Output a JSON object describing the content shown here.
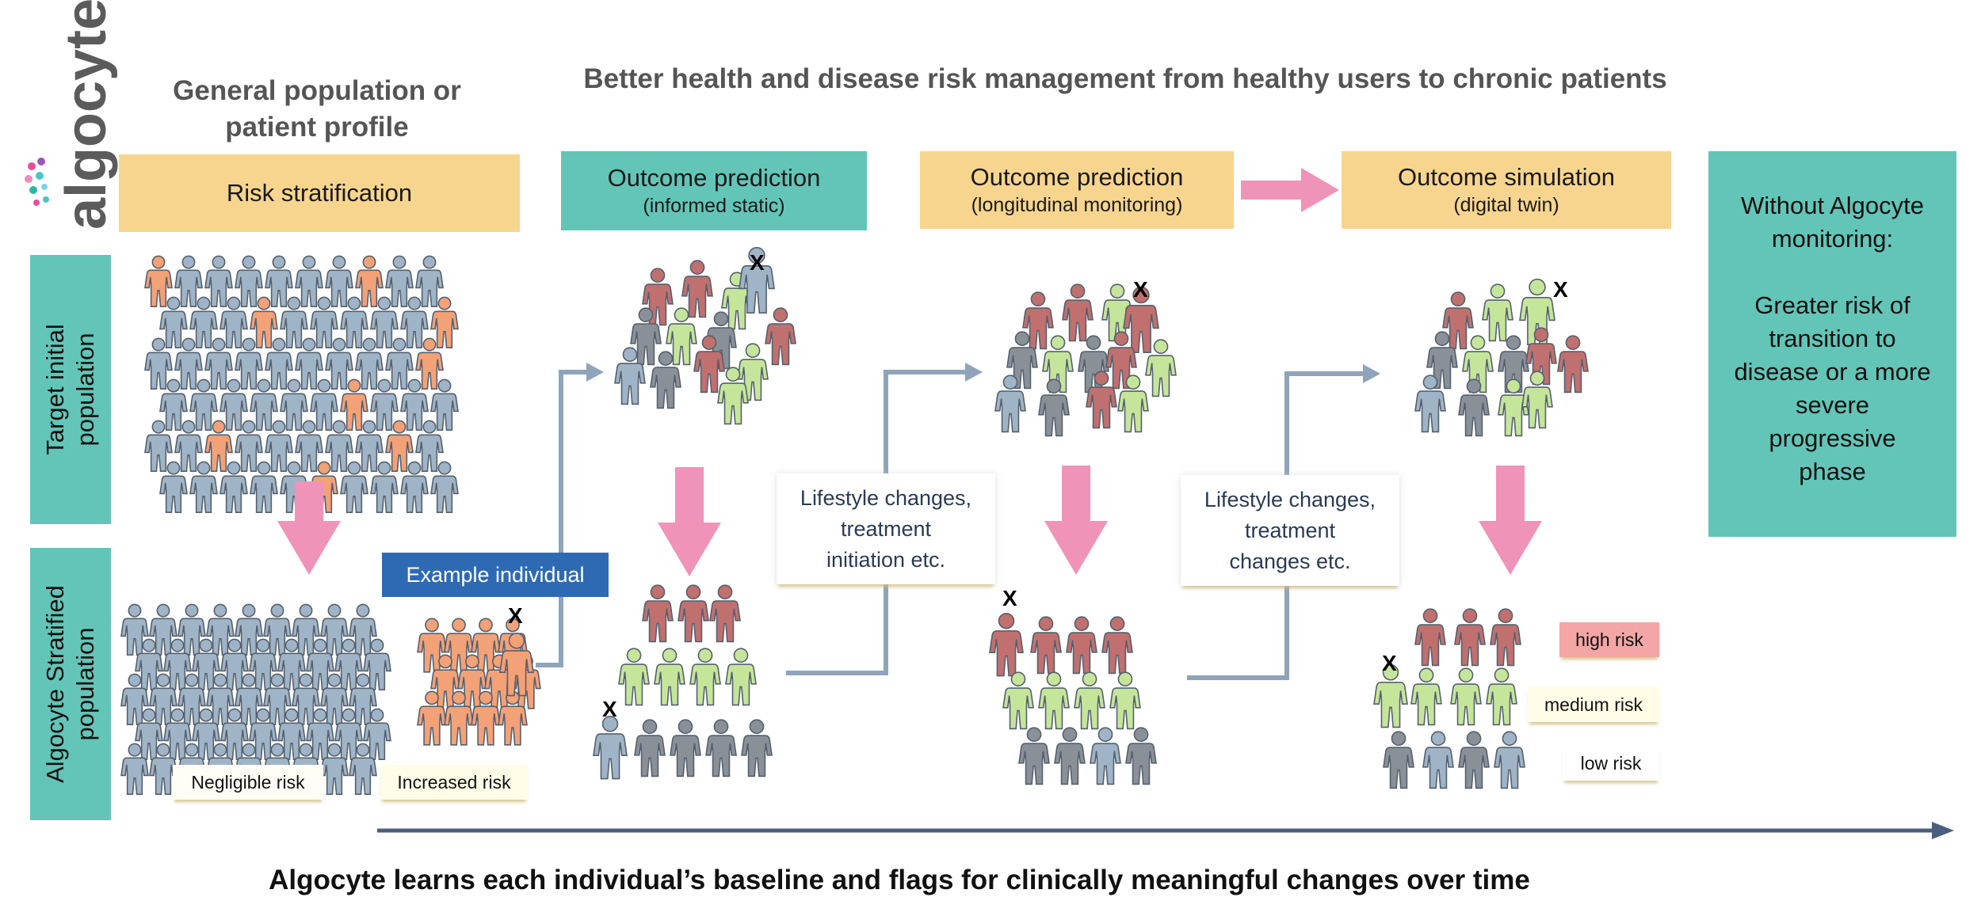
{
  "logo_text": "algocyte",
  "header": {
    "left_title_line1": "General population or",
    "left_title_line2": "patient profile",
    "main_title": "Better health and disease risk management from healthy users to chronic patients"
  },
  "stages": {
    "risk_stratification": "Risk stratification",
    "outcome_static_title": "Outcome prediction",
    "outcome_static_sub": "(informed static)",
    "outcome_long_title": "Outcome prediction",
    "outcome_long_sub": "(longitudinal monitoring)",
    "outcome_sim_title": "Outcome simulation",
    "outcome_sim_sub": "(digital twin)"
  },
  "side_labels": {
    "target_line1": "Target initial",
    "target_line2": "population",
    "stratified_line1": "Algocyte Stratified",
    "stratified_line2": "population"
  },
  "without_box": {
    "line1": "Without Algocyte",
    "line2": "monitoring:",
    "line3": "Greater risk of",
    "line4": "transition to",
    "line5": "disease or a more",
    "line6": "severe",
    "line7": "progressive",
    "line8": "phase"
  },
  "example_individual": "Example individual",
  "notes": {
    "first_line1": "Lifestyle changes,",
    "first_line2": "treatment",
    "first_line3": "initiation etc.",
    "second_line1": "Lifestyle changes,",
    "second_line2": "treatment",
    "second_line3": "changes etc."
  },
  "risk_labels": {
    "negligible": "Negligible risk",
    "increased": "Increased risk",
    "high": "high risk",
    "medium": "medium risk",
    "low": "low risk"
  },
  "marker": "X",
  "footer": "Algocyte learns each individual’s baseline and flags for clinically meaningful changes over time",
  "colors": {
    "yellow": "#f7d58e",
    "teal": "#63c5b7",
    "pink_arrow": "#f093b9",
    "grey_arrow": "#8fa4ba",
    "timeline": "#4a5f7d",
    "blue": "#2e6ab3",
    "person_grey": "#9fb4c6",
    "person_orange": "#f3a177",
    "person_red": "#c0706e",
    "person_green": "#c5e69a",
    "person_dark": "#8a9098"
  }
}
